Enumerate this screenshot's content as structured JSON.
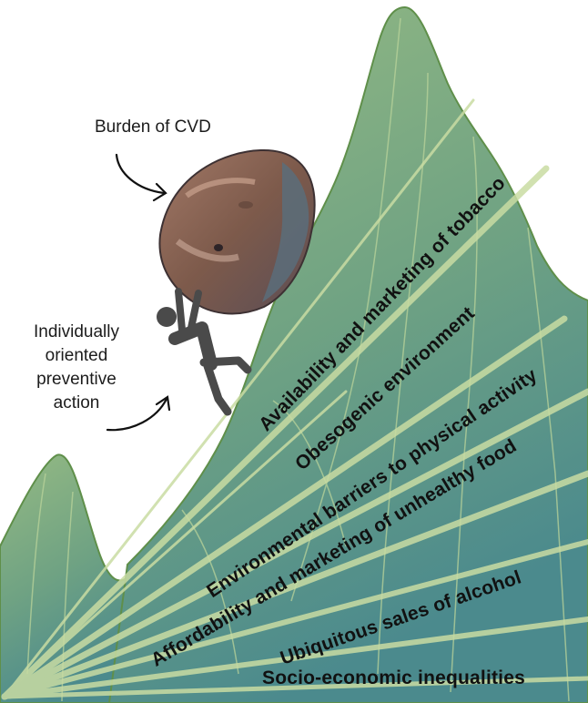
{
  "labels": {
    "burden": "Burden of CVD",
    "individual": [
      "Individually",
      "oriented",
      "preventive",
      "action"
    ]
  },
  "factors": [
    "Availability and marketing of tobacco",
    "Obesogenic environment",
    "Environmental barriers to physical activity",
    "Affordability and marketing of unhealthy food",
    "Ubiquitous sales of alcohol",
    "Socio-economic inequalities"
  ],
  "colors": {
    "mountain_top": "#8fb57f",
    "mountain_bottom": "#4f8c8c",
    "ray": "#c9dca3",
    "boulder": "#8a6656",
    "figure": "#4a4a4a",
    "arrow": "#111111"
  },
  "icons": [
    "boulder-icon",
    "climber-icon",
    "curved-arrow-icon"
  ]
}
